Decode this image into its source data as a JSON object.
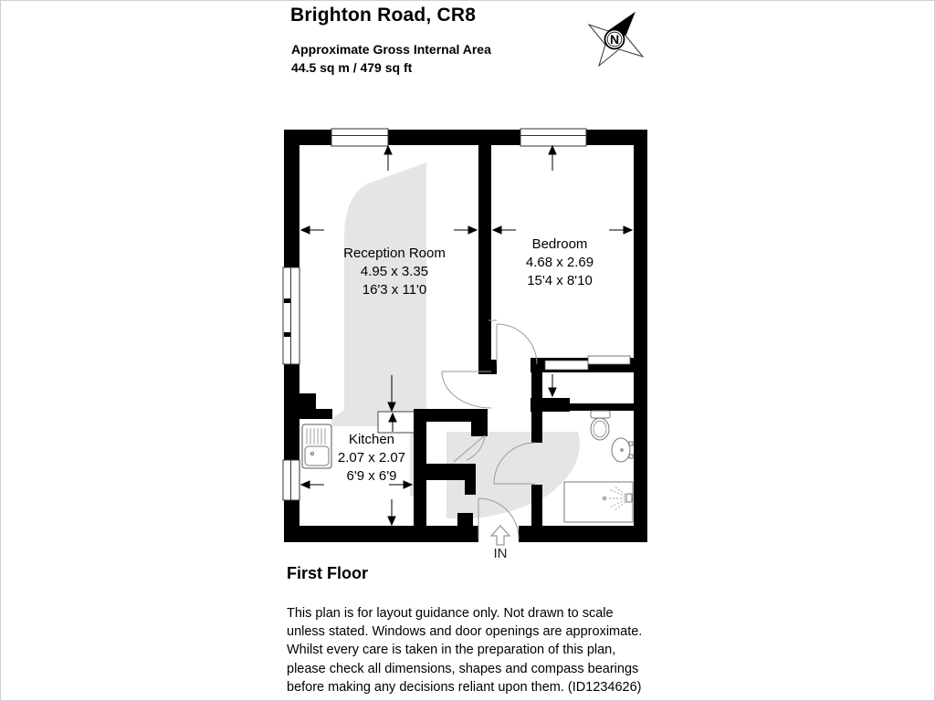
{
  "page": {
    "title": "Brighton Road, CR8",
    "area_label": "Approximate Gross Internal Area",
    "area_value": "44.5 sq m / 479 sq ft",
    "floor_label": "First Floor",
    "entrance_label": "IN",
    "compass_label": "N"
  },
  "rooms": {
    "reception": {
      "name": "Reception Room",
      "metric_dims": "4.95 x 3.35",
      "imperial_dims": "16'3 x 11'0"
    },
    "bedroom": {
      "name": "Bedroom",
      "metric_dims": "4.68 x 2.69",
      "imperial_dims": "15'4 x 8'10"
    },
    "kitchen": {
      "name": "Kitchen",
      "metric_dims": "2.07 x 2.07",
      "imperial_dims": "6'9 x 6'9"
    }
  },
  "footer": {
    "disclaimer_lines": [
      "This plan is for layout guidance only. Not drawn to scale",
      "unless stated. Windows and door openings are approximate.",
      "Whilst every care is taken in the preparation of this plan,",
      "please check all dimensions, shapes and compass bearings",
      "before making any decisions reliant upon them. (ID1234626)"
    ]
  },
  "colors": {
    "wall": "#000000",
    "floor_shading": "#e5e5e7",
    "door_line": "#999999",
    "fixture_line": "#777777",
    "page_border": "#cfcfcf"
  }
}
